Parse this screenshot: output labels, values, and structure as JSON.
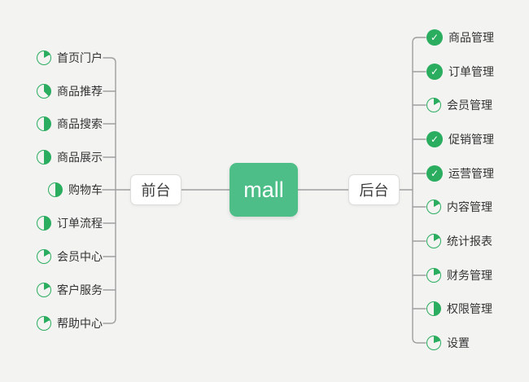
{
  "palette": {
    "background": "#f3f3f1",
    "node_green": "#4dbe87",
    "icon_green": "#2bad5f",
    "line_gray": "#9f9f9f",
    "text_dark": "#333333",
    "box_border": "#dcdcda"
  },
  "icons": {
    "check_glyph": "✓"
  },
  "root": {
    "label": "mall"
  },
  "left_branch": {
    "label": "前台",
    "items": [
      {
        "label": "首页门户",
        "icon": {
          "name": "task-progress-icon",
          "type": "pie",
          "percent": 17
        }
      },
      {
        "label": "商品推荐",
        "icon": {
          "name": "task-progress-icon",
          "type": "pie",
          "percent": 38
        }
      },
      {
        "label": "商品搜索",
        "icon": {
          "name": "task-progress-icon",
          "type": "pie",
          "percent": 50
        }
      },
      {
        "label": "商品展示",
        "icon": {
          "name": "task-progress-icon",
          "type": "pie",
          "percent": 50
        }
      },
      {
        "label": "购物车",
        "icon": {
          "name": "task-progress-icon",
          "type": "pie",
          "percent": 50
        }
      },
      {
        "label": "订单流程",
        "icon": {
          "name": "task-progress-icon",
          "type": "pie",
          "percent": 50
        }
      },
      {
        "label": "会员中心",
        "icon": {
          "name": "task-progress-icon",
          "type": "pie",
          "percent": 17
        }
      },
      {
        "label": "客户服务",
        "icon": {
          "name": "task-progress-icon",
          "type": "pie",
          "percent": 17
        }
      },
      {
        "label": "帮助中心",
        "icon": {
          "name": "task-progress-icon",
          "type": "pie",
          "percent": 17
        }
      }
    ]
  },
  "right_branch": {
    "label": "后台",
    "items": [
      {
        "label": "商品管理",
        "icon": {
          "name": "task-done-icon",
          "type": "check"
        }
      },
      {
        "label": "订单管理",
        "icon": {
          "name": "task-done-icon",
          "type": "check"
        }
      },
      {
        "label": "会员管理",
        "icon": {
          "name": "task-progress-icon",
          "type": "pie",
          "percent": 17
        }
      },
      {
        "label": "促销管理",
        "icon": {
          "name": "task-done-icon",
          "type": "check"
        }
      },
      {
        "label": "运营管理",
        "icon": {
          "name": "task-done-icon",
          "type": "check"
        }
      },
      {
        "label": "内容管理",
        "icon": {
          "name": "task-progress-icon",
          "type": "pie",
          "percent": 17
        }
      },
      {
        "label": "统计报表",
        "icon": {
          "name": "task-progress-icon",
          "type": "pie",
          "percent": 17
        }
      },
      {
        "label": "财务管理",
        "icon": {
          "name": "task-progress-icon",
          "type": "pie",
          "percent": 20
        }
      },
      {
        "label": "权限管理",
        "icon": {
          "name": "task-progress-icon",
          "type": "pie",
          "percent": 50
        }
      },
      {
        "label": "设置",
        "icon": {
          "name": "task-progress-icon",
          "type": "pie",
          "percent": 20
        }
      }
    ]
  }
}
